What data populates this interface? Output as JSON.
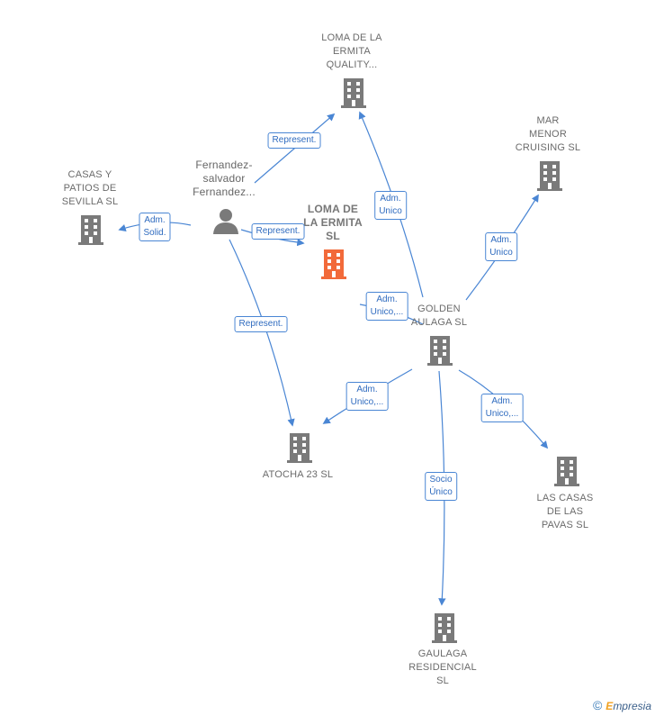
{
  "colors": {
    "building": "#7a7a7a",
    "focus_building": "#f26a3a",
    "edge": "#4a86d4",
    "edge_text": "#2f6bbf"
  },
  "nodes": {
    "loma_quality": {
      "label": "LOMA DE LA\nERMITA\nQUALITY...",
      "icon": "building-icon"
    },
    "mar_menor": {
      "label": "MAR\nMENOR\nCRUISING SL",
      "icon": "building-icon"
    },
    "casas_patios": {
      "label": "CASAS Y\nPATIOS DE\nSEVILLA  SL",
      "icon": "building-icon"
    },
    "person": {
      "label": "Fernandez-\nsalvador\nFernandez...",
      "icon": "person-icon"
    },
    "loma_sl": {
      "label": "LOMA DE\nLA ERMITA\nSL",
      "icon": "building-icon"
    },
    "golden": {
      "label": "GOLDEN\nAULAGA SL",
      "icon": "building-icon"
    },
    "atocha": {
      "label": "ATOCHA 23 SL",
      "icon": "building-icon"
    },
    "las_casas": {
      "label": "LAS CASAS\nDE LAS\nPAVAS SL",
      "icon": "building-icon"
    },
    "gaulaga": {
      "label": "GAULAGA\nRESIDENCIAL\nSL",
      "icon": "building-icon"
    }
  },
  "edges": {
    "e1": "Represent.",
    "e2": "Adm.\nSolid.",
    "e3": "Represent.",
    "e4": "Represent.",
    "e5": "Adm.\nUnico",
    "e6": "Adm.\nUnico",
    "e7": "Adm.\nUnico,...",
    "e8": "Adm.\nUnico,...",
    "e9": "Adm.\nUnico,...",
    "e10": "Socio\nÚnico"
  },
  "footer": {
    "copyright_symbol": "©",
    "brand_initial": "E",
    "brand_rest": "mpresia"
  }
}
